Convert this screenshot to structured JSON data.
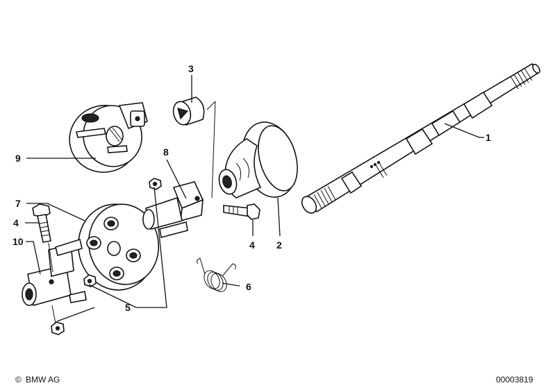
{
  "diagram": {
    "callouts": [
      "1",
      "2",
      "3",
      "4",
      "4",
      "5",
      "6",
      "7",
      "8",
      "9",
      "10"
    ],
    "footer_left": "BMW AG",
    "footer_right": "00003819",
    "copyright_symbol": "©"
  }
}
